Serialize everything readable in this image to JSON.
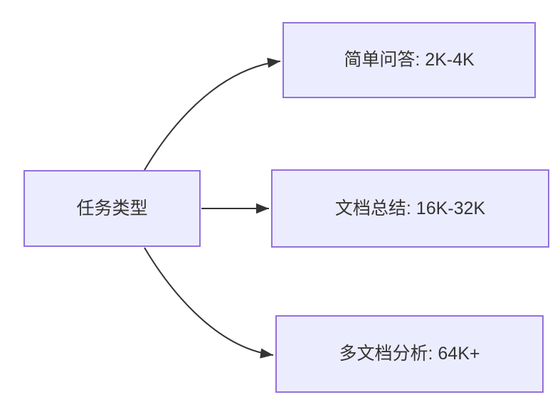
{
  "diagram": {
    "type": "flowchart",
    "direction": "left-to-right",
    "root": {
      "label": "任务类型"
    },
    "branches": [
      {
        "label": "简单问答: 2K-4K"
      },
      {
        "label": "文档总结: 16K-32K"
      },
      {
        "label": "多文档分析: 64K+"
      }
    ],
    "edges": [
      {
        "from": "任务类型",
        "to": "简单问答: 2K-4K",
        "style": "curved-arrow"
      },
      {
        "from": "任务类型",
        "to": "文档总结: 16K-32K",
        "style": "straight-arrow"
      },
      {
        "from": "任务类型",
        "to": "多文档分析: 64K+",
        "style": "curved-arrow"
      }
    ],
    "colors": {
      "background": "#FFFFFF",
      "node_fill": "#ECECFF",
      "node_border": "#9370DB",
      "edge": "#333333",
      "text": "#333333"
    }
  }
}
